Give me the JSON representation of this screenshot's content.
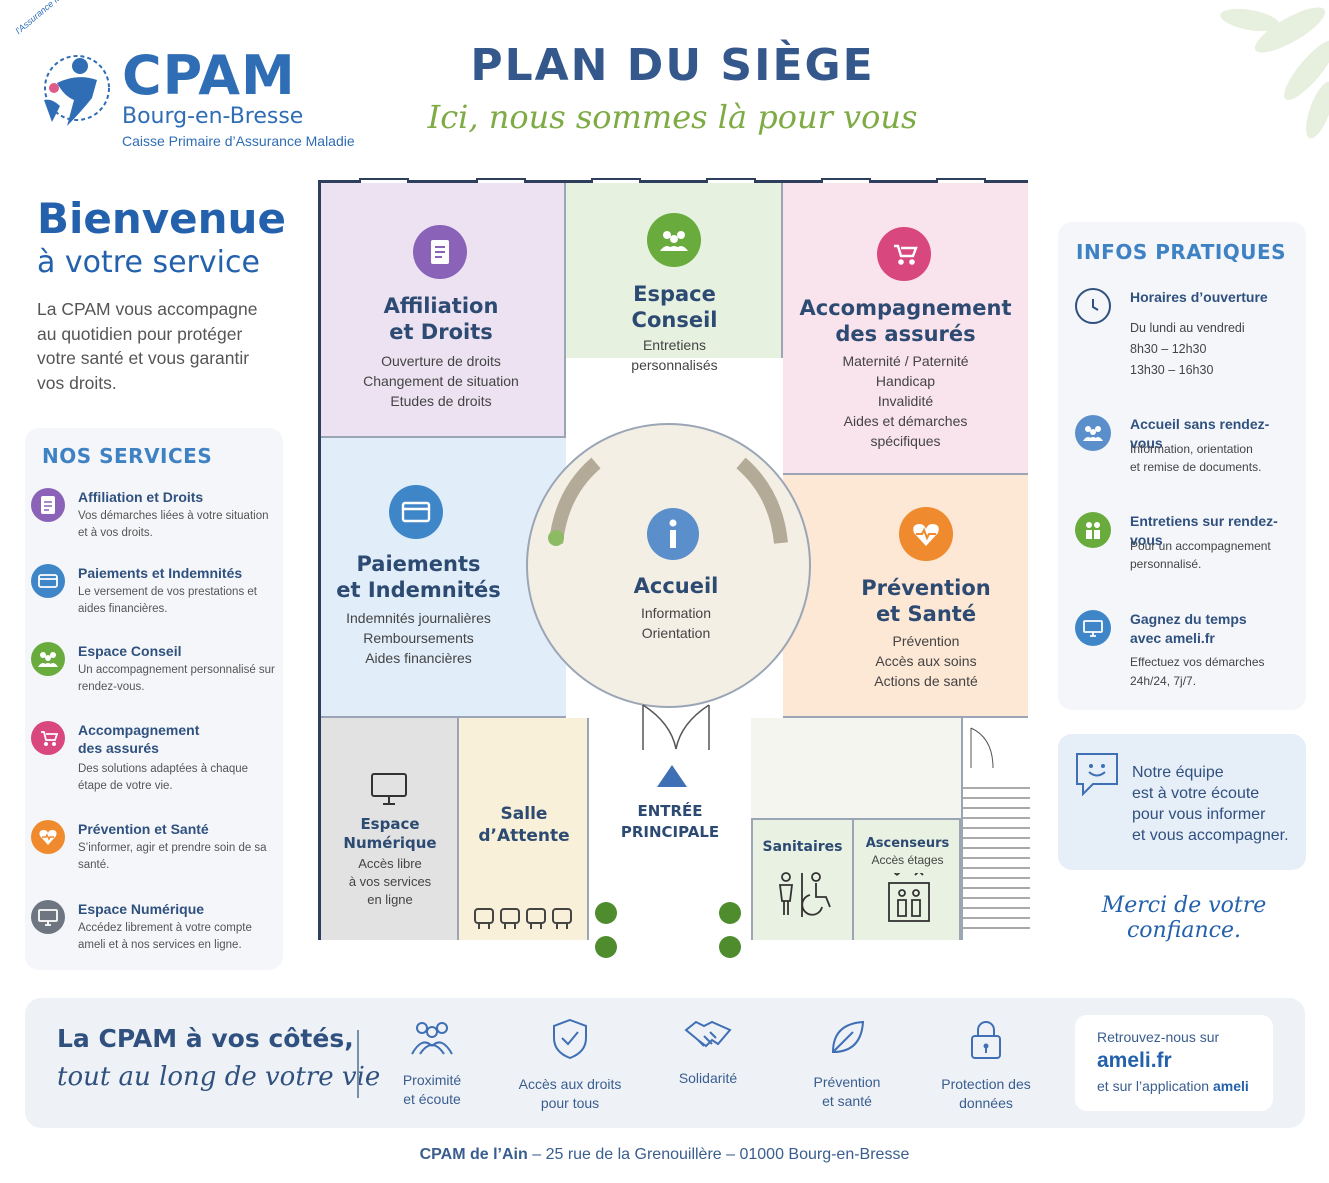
{
  "header": {
    "logo_arc_text": "l'Assurance Maladie",
    "logo_main": "CPAM",
    "logo_city": "Bourg-en-Bresse",
    "logo_subtitle": "Caisse Primaire d’Assurance Maladie",
    "title": "PLAN DU SIÈGE",
    "subtitle": "Ici, nous sommes là pour vous"
  },
  "intro": {
    "welcome_line1": "Bienvenue",
    "welcome_line2": "à votre service",
    "text": "La CPAM vous accompagne au quotidien pour protéger votre santé et vous garantir vos droits."
  },
  "services": {
    "title": "NOS SERVICES",
    "items": [
      {
        "title": "Affiliation et Droits",
        "desc": "Vos démarches liées à votre situation et à vos droits.",
        "icon": "document-icon",
        "color": "#8a63b8"
      },
      {
        "title": "Paiements et Indemnités",
        "desc": "Le versement de vos prestations et aides financières.",
        "icon": "card-icon",
        "color": "#3f86c9"
      },
      {
        "title": "Espace Conseil",
        "desc": "Un accompagnement personnalisé sur rendez-vous.",
        "icon": "group-icon",
        "color": "#6aab3d"
      },
      {
        "title": "Accompagnement\ndes assurés",
        "desc": "Des solutions adaptées à chaque étape de votre vie.",
        "icon": "stroller-icon",
        "color": "#d9477f"
      },
      {
        "title": "Prévention et Santé",
        "desc": "S’informer, agir et prendre soin de sa santé.",
        "icon": "heart-icon",
        "color": "#ef8a2e"
      },
      {
        "title": "Espace Numérique",
        "desc": "Accédez librement à votre compte ameli et à nos services en ligne.",
        "icon": "monitor-icon",
        "color": "#6e7681"
      }
    ]
  },
  "plan": {
    "rooms": {
      "affiliation": {
        "title": "Affiliation\net Droits",
        "lines": "Ouverture de droits\nChangement de situation\nEtudes de droits"
      },
      "conseil": {
        "title": "Espace\nConseil",
        "lines": "Entretiens\npersonnalisés"
      },
      "accompagnement": {
        "title": "Accompagnement\ndes assurés",
        "lines": "Maternité / Paternité\nHandicap\nInvalidité\nAides et démarches\nspécifiques"
      },
      "paiements": {
        "title": "Paiements\net Indemnités",
        "lines": "Indemnités journalières\nRemboursements\nAides financières"
      },
      "accueil": {
        "title": "Accueil",
        "lines": "Information\nOrientation"
      },
      "prevention": {
        "title": "Prévention\net Santé",
        "lines": "Prévention\nAccès aux soins\nActions de santé"
      },
      "numerique": {
        "title": "Espace\nNumérique",
        "lines": "Accès libre\nà vos services\nen ligne"
      },
      "attente": {
        "title": "Salle\nd’Attente"
      },
      "entree": {
        "title": "ENTRÉE\nPRINCIPALE"
      },
      "sanitaires": {
        "title": "Sanitaires"
      },
      "ascenseurs": {
        "title": "Ascenseurs",
        "lines": "Accès étages"
      }
    }
  },
  "infos": {
    "title": "INFOS PRATIQUES",
    "items": [
      {
        "title": "Horaires d’ouverture",
        "lines": "Du lundi au vendredi\n8h30 – 12h30\n13h30 – 16h30",
        "icon": "clock-icon"
      },
      {
        "title": "Accueil sans rendez-vous",
        "lines": "Information, orientation\net remise de documents.",
        "icon": "people-icon"
      },
      {
        "title": "Entretiens sur rendez-vous",
        "lines": "Pour un accompagnement\npersonnalisé.",
        "icon": "meeting-icon"
      },
      {
        "title": "Gagnez du temps\navec ameli.fr",
        "lines": "Effectuez vos démarches\n24h/24, 7j/7.",
        "icon": "monitor-icon"
      }
    ],
    "team_message": "Notre équipe\nest à votre écoute\npour vous informer\net vous accompagner.",
    "thanks": "Merci de votre confiance."
  },
  "values": {
    "heading_line1": "La CPAM à vos côtés,",
    "heading_line2": "tout au long de votre vie",
    "items": [
      {
        "label": "Proximité\net écoute",
        "icon": "people-icon"
      },
      {
        "label": "Accès aux droits\npour tous",
        "icon": "shield-icon"
      },
      {
        "label": "Solidarité",
        "icon": "handshake-icon"
      },
      {
        "label": "Prévention\net santé",
        "icon": "leaf-icon"
      },
      {
        "label": "Protection des\ndonnées",
        "icon": "lock-icon"
      }
    ],
    "ameli_line1": "Retrouvez-nous sur",
    "ameli_site": "ameli.fr",
    "ameli_line3_pre": "et sur l’application ",
    "ameli_line3_bold": "ameli"
  },
  "footer": {
    "bold": "CPAM de l’Ain",
    "rest": " – 25 rue de la Grenouillère – 01000 Bourg-en-Bresse"
  }
}
